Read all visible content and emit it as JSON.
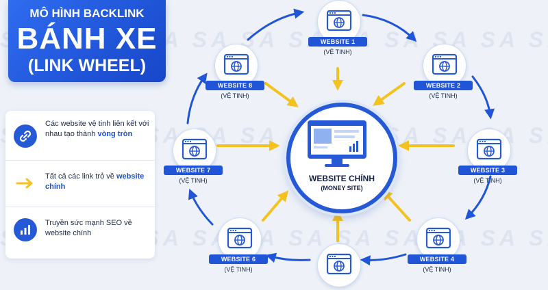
{
  "title": {
    "line1": "MÔ HÌNH BACKLINK",
    "line2": "BÁNH XE",
    "line3": "(LINK WHEEL)"
  },
  "watermark": "SA SA SA SA SA SA SA SA SA SA SA SA",
  "legend": [
    {
      "icon": "link-icon",
      "text_pre": "Các website vệ tinh liên kết với nhau tạo thành ",
      "text_em": "vòng tròn"
    },
    {
      "icon": "arrow-right-icon",
      "text_pre": "Tất cả các link trỏ về ",
      "text_em": "website chính"
    },
    {
      "icon": "bar-chart-icon",
      "text_pre": "Truyền sức mạnh SEO về website chính",
      "text_em": ""
    }
  ],
  "center": {
    "title": "WEBSITE CHÍNH",
    "subtitle": "(MONEY SITE)"
  },
  "nodes": [
    {
      "label": "WEBSITE 1",
      "sub": "(VỆ TINH)"
    },
    {
      "label": "WEBSITE 2",
      "sub": "(VỆ TINH)"
    },
    {
      "label": "WEBSITE 3",
      "sub": "(VỆ TINH)"
    },
    {
      "label": "WEBSITE 4",
      "sub": "(VỆ TINH)"
    },
    {
      "label": "",
      "sub": ""
    },
    {
      "label": "WEBSITE 6",
      "sub": "(VỆ TINH)"
    },
    {
      "label": "WEBSITE 7",
      "sub": "(VỆ TINH)"
    },
    {
      "label": "WEBSITE 8",
      "sub": "(VỆ TINH)"
    }
  ],
  "colors": {
    "primary": "#2659d6",
    "ring_arrow": "#1f55d6",
    "pointer_arrow": "#f4c21f",
    "background": "#eef2f8"
  }
}
